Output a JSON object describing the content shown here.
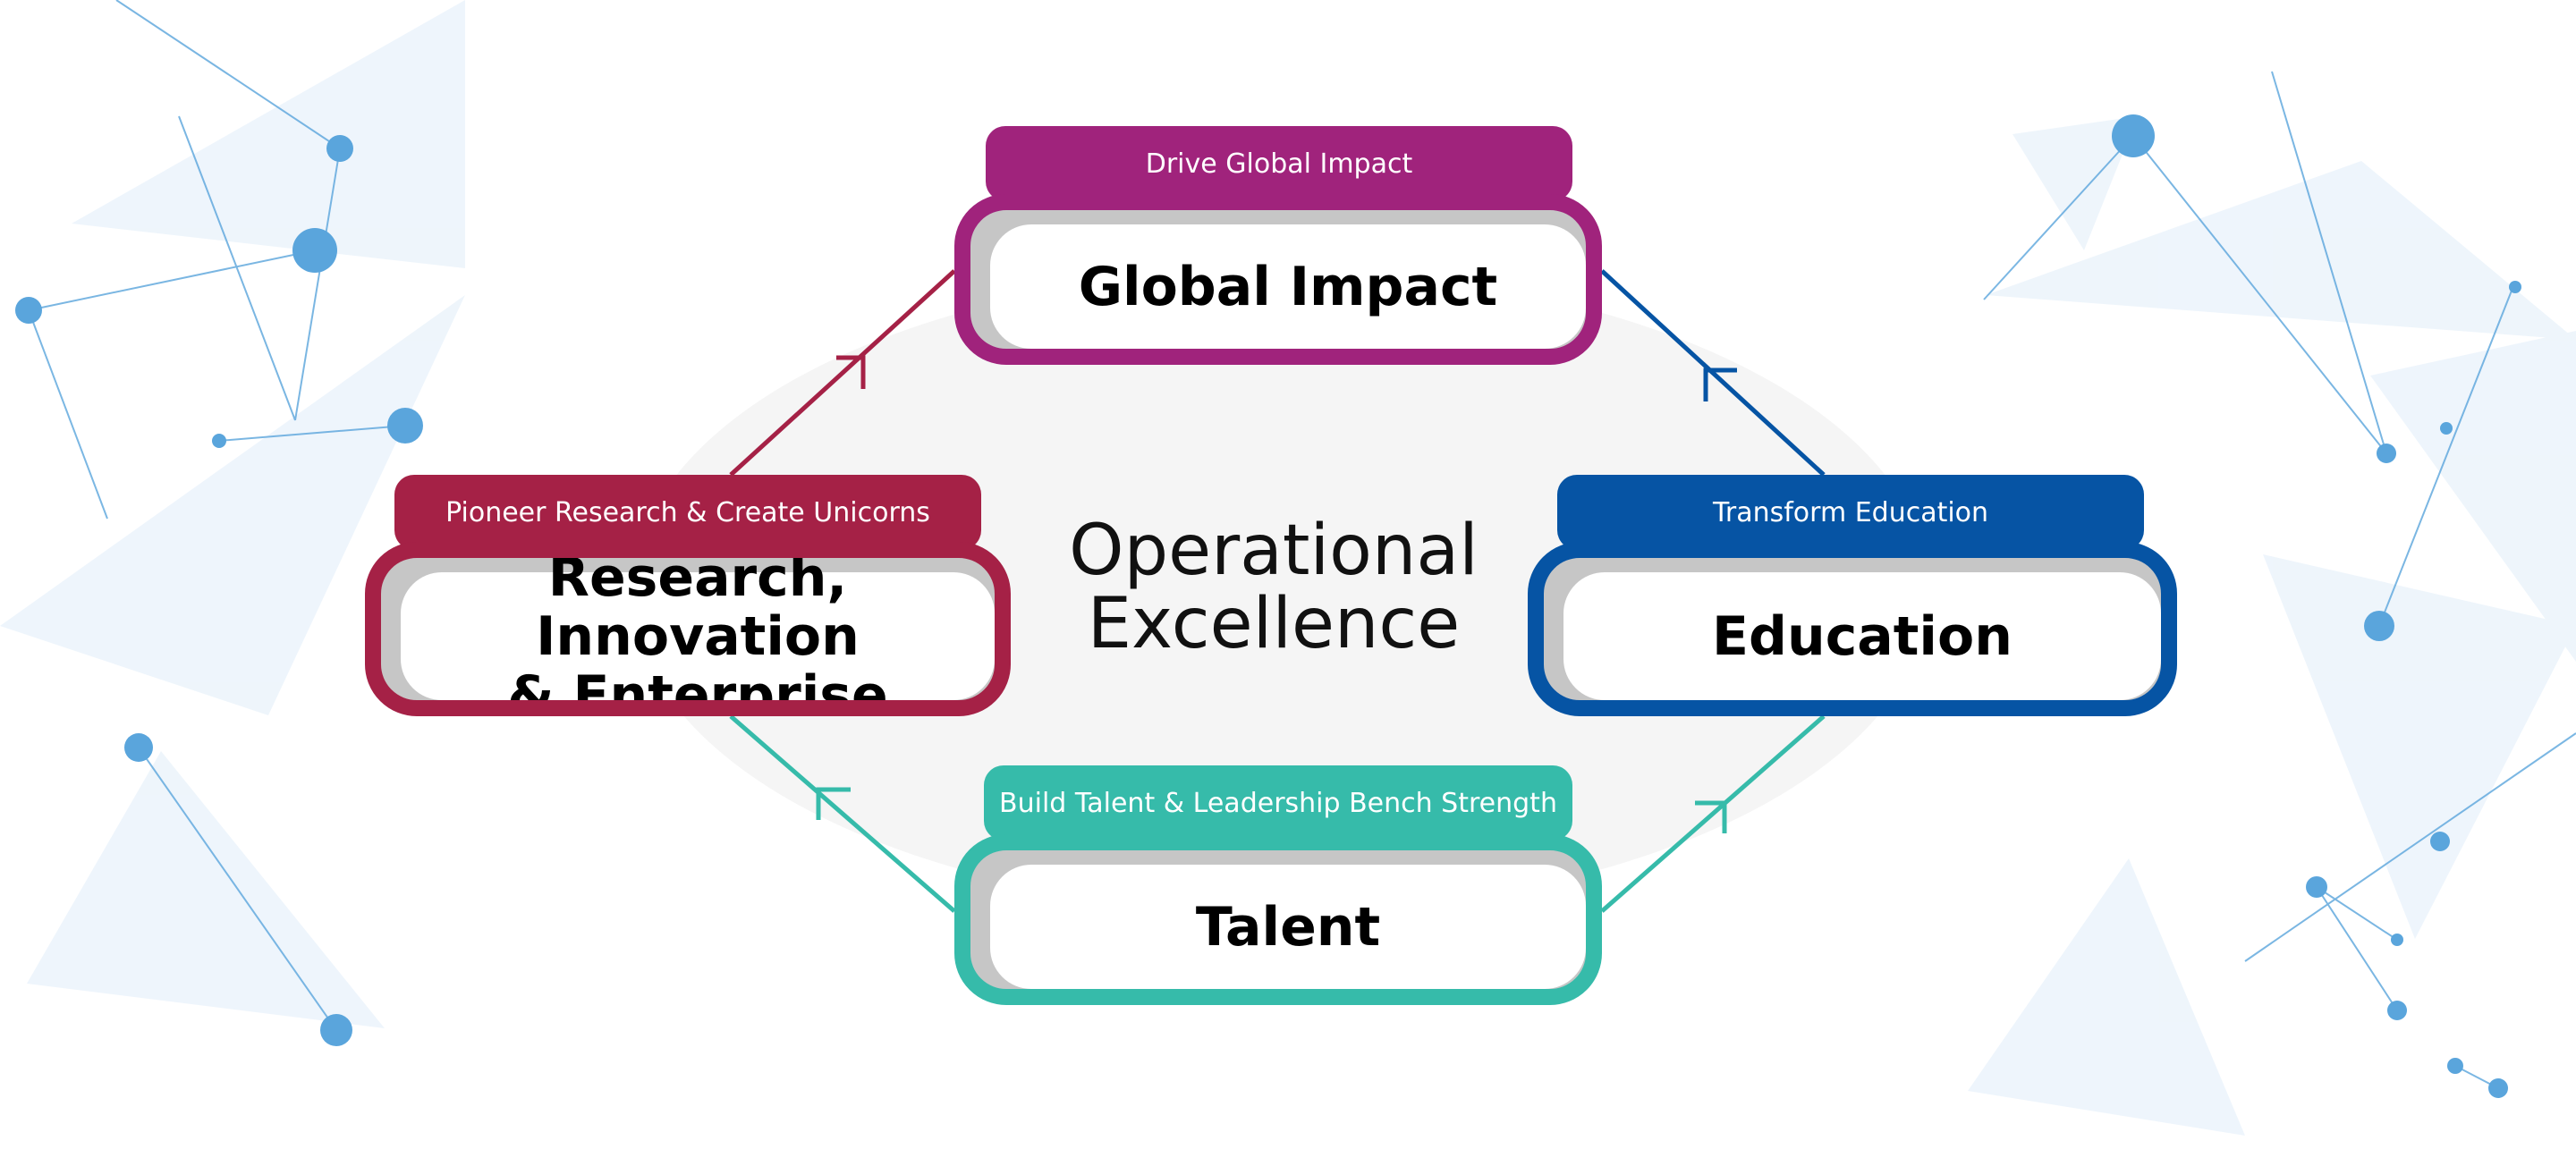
{
  "center_label": [
    "Operational",
    "Excellence"
  ],
  "nodes": {
    "global_impact": {
      "tab": "Drive Global Impact",
      "title": "Global Impact",
      "color": "#a0237c"
    },
    "research": {
      "tab": "Pioneer Research & Create Unicorns",
      "title_lines": [
        "Research, Innovation",
        "& Enterprise"
      ],
      "color": "#a52146"
    },
    "education": {
      "tab": "Transform Education",
      "title": "Education",
      "color": "#0654a4"
    },
    "talent": {
      "tab": "Build Talent & Leadership Bench Strength",
      "title": "Talent",
      "color": "#36bbaa"
    }
  },
  "colors": {
    "ellipse": "#f5f5f5",
    "card_shadow": "#c6c6c6",
    "decor": "#5aa5dc"
  }
}
